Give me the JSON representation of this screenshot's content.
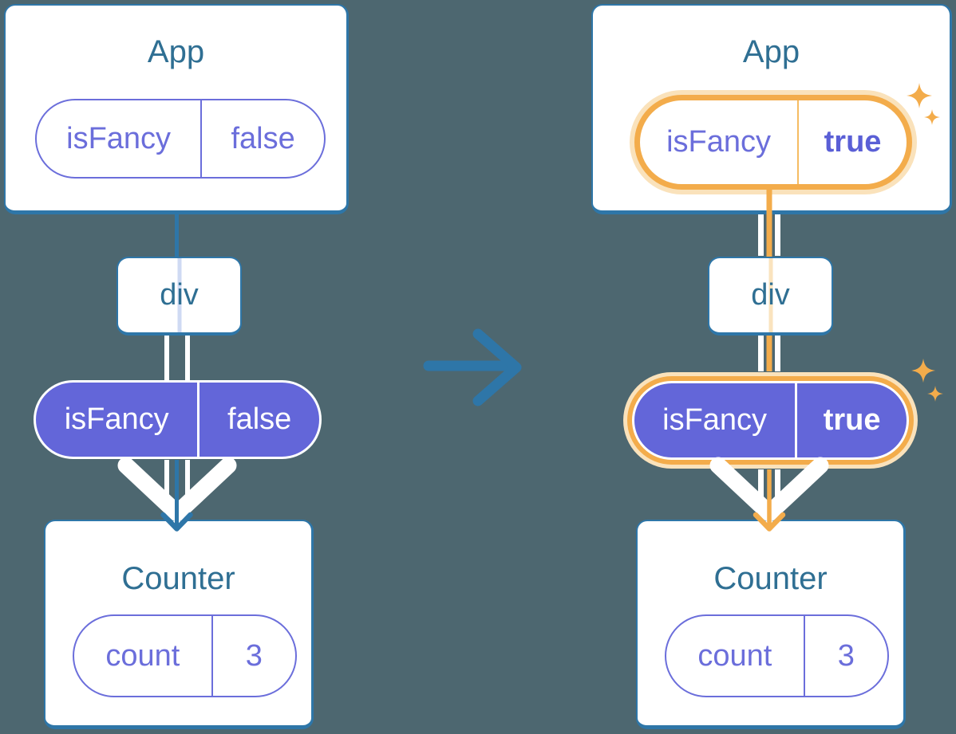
{
  "colors": {
    "background": "#4D6770",
    "card_bg": "#FFFFFF",
    "card_border": "#2E76A8",
    "title_text": "#2F6F93",
    "purple_fill": "#6366D9",
    "purple_outline": "#6B6EDB",
    "purple_text": "#6B6EDB",
    "purple_text_strong": "#5A5FD6",
    "orange": "#F3AC4B",
    "orange_soft": "#FAE2BB",
    "orange_divider": "#F5BC63",
    "trace_lavender": "#CFDAF3",
    "trace_orange": "#FAE3BE",
    "white": "#FFFFFF"
  },
  "left_tree": {
    "app": {
      "title": "App",
      "state_pill": {
        "key": "isFancy",
        "value": "false"
      }
    },
    "div": {
      "label": "div"
    },
    "passed_pill": {
      "key": "isFancy",
      "value": "false"
    },
    "counter": {
      "title": "Counter",
      "state_pill": {
        "key": "count",
        "value": "3"
      }
    }
  },
  "right_tree": {
    "app": {
      "title": "App",
      "state_pill": {
        "key": "isFancy",
        "value": "true"
      }
    },
    "div": {
      "label": "div"
    },
    "passed_pill": {
      "key": "isFancy",
      "value": "true"
    },
    "counter": {
      "title": "Counter",
      "state_pill": {
        "key": "count",
        "value": "3"
      }
    }
  }
}
